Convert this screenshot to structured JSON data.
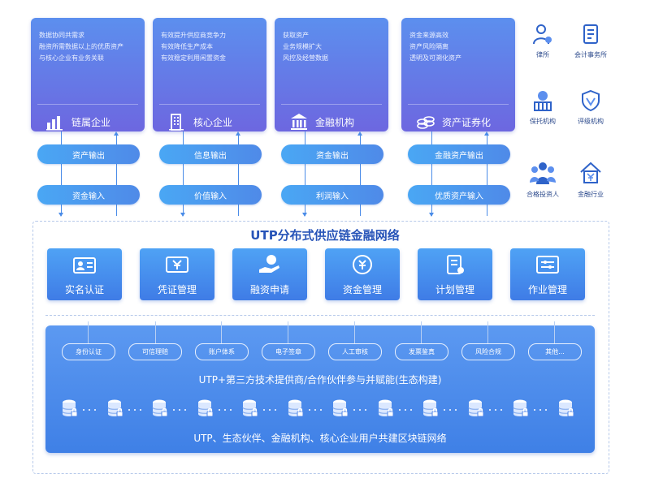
{
  "cards": [
    {
      "title": "链属企业",
      "icon": "bar-chart-icon",
      "bullets": [
        "数据协同共需求",
        "融资所需数据以上的优质资产",
        "与核心企业有业务关联"
      ]
    },
    {
      "title": "核心企业",
      "icon": "building-icon",
      "bullets": [
        "有效提升供应商竞争力",
        "有效降低生产成本",
        "有效稳定利用闲置资金"
      ]
    },
    {
      "title": "金融机构",
      "icon": "bank-icon",
      "bullets": [
        "获取资产",
        "业务规模扩大",
        "风控及经营数据"
      ]
    },
    {
      "title": "资产证券化",
      "icon": "coins-icon",
      "bullets": [
        "资金来源高效",
        "资产风险隔离",
        "透明及可溯化资产"
      ]
    }
  ],
  "flows": [
    {
      "out": "资产输出",
      "in": "资金输入"
    },
    {
      "out": "信息输出",
      "in": "价值输入"
    },
    {
      "out": "资金输出",
      "in": "利润输入"
    },
    {
      "out": "金融资产输出",
      "in": "优质资产输入"
    }
  ],
  "roles": [
    {
      "label": "律所",
      "icon": "lawyer-icon"
    },
    {
      "label": "会计事务所",
      "icon": "ledger-icon"
    },
    {
      "label": "保托机构",
      "icon": "trust-institution-icon"
    },
    {
      "label": "评级机构",
      "icon": "rating-shield-icon"
    },
    {
      "label": "合格投资人",
      "icon": "investors-icon"
    },
    {
      "label": "金融行业",
      "icon": "finance-house-icon"
    }
  ],
  "network_title": "UTP分布式供应链金融网络",
  "features": [
    {
      "label": "实名认证",
      "icon": "id-card-icon"
    },
    {
      "label": "凭证管理",
      "icon": "voucher-icon"
    },
    {
      "label": "融资申请",
      "icon": "hand-coin-icon"
    },
    {
      "label": "资金管理",
      "icon": "fund-cycle-icon"
    },
    {
      "label": "计划管理",
      "icon": "plan-doc-icon"
    },
    {
      "label": "作业管理",
      "icon": "task-panel-icon"
    }
  ],
  "chips": [
    "身份认证",
    "可信理赔",
    "账户体系",
    "电子签章",
    "人工审核",
    "发票鉴真",
    "风险合规",
    "其他..."
  ],
  "panel_line1": "UTP+第三方技术提供商/合作伙伴参与并赋能(生态构建)",
  "panel_line2": "UTP、生态伙伴、金融机构、核心企业用户共建区块链网络",
  "colors": {
    "primary": "#3f80e6",
    "card_top": "#5c8fee",
    "card_bottom": "#6d67e0",
    "border": "#b6c9ea"
  }
}
